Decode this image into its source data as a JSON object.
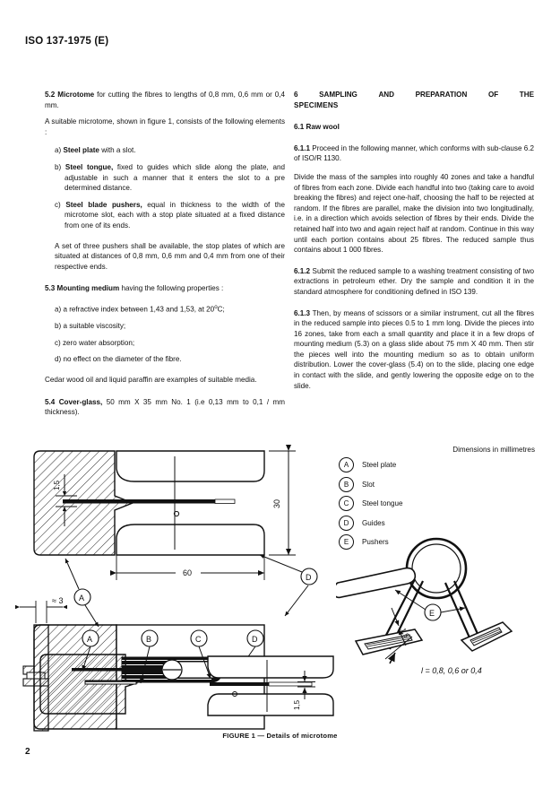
{
  "header": {
    "standard_ref": "ISO 137-1975 (E)"
  },
  "footer": {
    "page_number": "2"
  },
  "left_column": {
    "s52_head": "5.2",
    "s52_title": "Microtome",
    "s52_text": "for cutting the fibres to lengths of 0,8 mm, 0,6 mm or 0,4 mm.",
    "s52_p2": "A suitable microtome, shown in figure 1, consists of the following elements :",
    "item_a_label": "a)",
    "item_a_bold": "Steel plate",
    "item_a_text": "with a slot.",
    "item_b_label": "b)",
    "item_b_bold": "Steel tongue,",
    "item_b_text": "fixed to guides which slide along the plate, and adjustable in such a manner that it enters the slot to a pre determined distance.",
    "item_c_label": "c)",
    "item_c_bold": "Steel blade pushers,",
    "item_c_text": "equal in thickness to the width of the microtome slot, each with a stop plate situated at a fixed distance from one of its ends.",
    "pushers_note": "A set of three pushers shall be available, the stop plates of which are situated at distances of 0,8 mm, 0,6 mm and 0,4 mm from one of their respective ends.",
    "s53_head": "5.3",
    "s53_bold": "Mounting medium",
    "s53_text": "having the following properties :",
    "s53_a_label": "a)",
    "s53_a_text_pre": "a refractive index between 1,43 and 1,53, at 20",
    "s53_a_deg": "o",
    "s53_a_text_post": "C;",
    "s53_b_label": "b)",
    "s53_b_text": "a suitable viscosity;",
    "s53_c_label": "c)",
    "s53_c_text": "zero water absorption;",
    "s53_d_label": "d)",
    "s53_d_text": "no effect on the diameter of the fibre.",
    "cedar_note": "Cedar wood oil and liquid paraffin are examples of suitable media.",
    "s54_head": "5.4",
    "s54_bold": "Cover-glass,",
    "s54_text": "50 mm X 35 mm No. 1 (i.e  0,13 mm to 0,1 / mm thickness)."
  },
  "right_column": {
    "s6_num": "6",
    "s6_word1": "SAMPLING",
    "s6_word2": "AND",
    "s6_word3": "PREPARATION",
    "s6_word4": "OF",
    "s6_word5": "THE",
    "s6_line2": "SPECIMENS",
    "s61_head": "6.1",
    "s61_title": "Raw wool",
    "s611_head": "6.1.1",
    "s611_text": "Proceed in the following manner, which conforms with sub-clause 6.2 of ISO/R 1130.",
    "s611_body": "Divide the mass of the samples into roughly 40 zones and take a handful of fibres from each zone. Divide each handful into two (taking care to avoid breaking the fibres) and reject one-half, choosing the half to be rejected at random. If the fibres are parallel, make the division into two longitudinally, i.e. in a direction which avoids selection of fibres by their ends. Divide the retained half into two and again reject half at random. Continue in this way until each portion contains about 25 fibres. The reduced sample thus contains about 1 000 fibres.",
    "s612_head": "6.1.2",
    "s612_text": "Submit the reduced sample to a washing treatment consisting of two extractions in petroleum ether. Dry the sample and condition it in the standard atmosphere for conditioning defined in ISO 139.",
    "s613_head": "6.1.3",
    "s613_text": "Then, by means of scissors or a similar instrument, cut all the fibres in the reduced sample into pieces 0.5 to 1 mm long. Divide the pieces into 16 zones, take from each a small quantity and place it in a few drops of mounting medium (5.3) on a glass slide about 75 mm X 40 mm. Then stir the pieces well into the mounting medium so as to obtain uniform distribution. Lower the cover-glass (5.4) on to the slide, placing one edge in contact with the slide, and gently lowering the opposite edge on to the slide."
  },
  "figure": {
    "dimensions_note": "Dimensions in millimetres",
    "caption": "FIGURE 1  —  Details of microtome",
    "length_note": "l = 0,8, 0,6 or 0,4",
    "legend": [
      {
        "key": "A",
        "label": "Steel plate"
      },
      {
        "key": "B",
        "label": "Slot"
      },
      {
        "key": "C",
        "label": "Steel tongue"
      },
      {
        "key": "D",
        "label": "Guides"
      },
      {
        "key": "E",
        "label": "Pushers"
      }
    ],
    "dimension_labels": {
      "thickness_top": "1,5",
      "thickness_bottom": "1,5",
      "height": "30",
      "length": "60",
      "approx_thickness": "≈ 3"
    },
    "callouts": {
      "a": "A",
      "b": "B",
      "c": "C",
      "d": "D",
      "e": "E"
    }
  }
}
